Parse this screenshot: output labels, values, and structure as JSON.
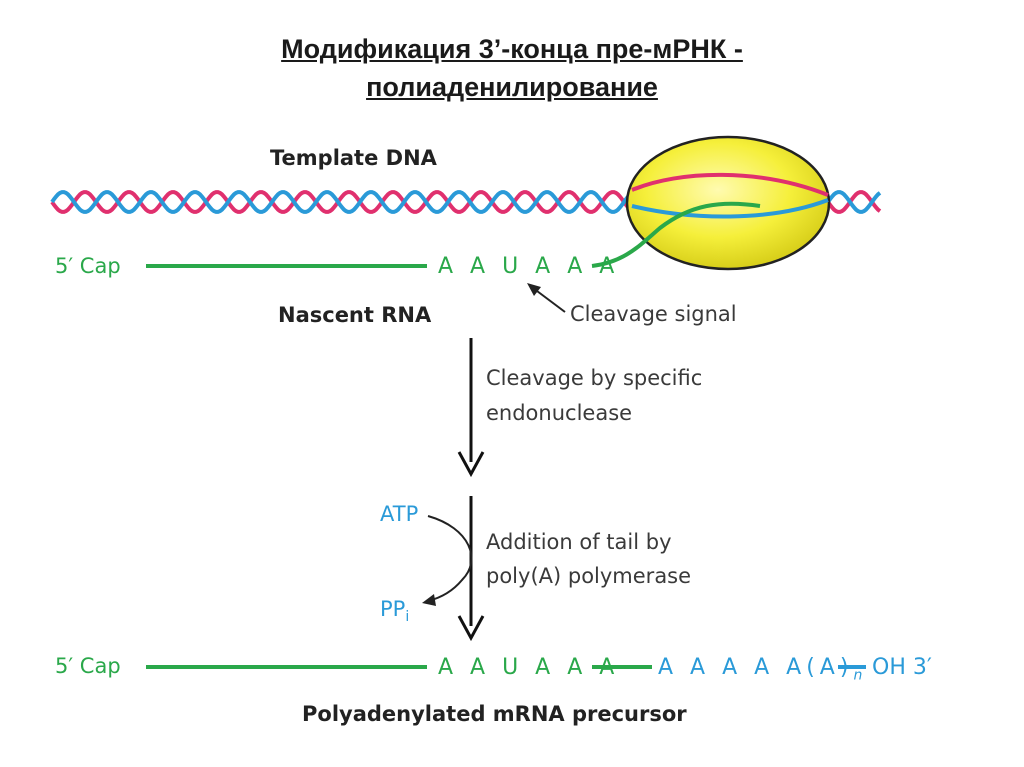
{
  "title": {
    "line1": "Модификация 3’-конца пре-мРНК -",
    "line2": "полиаденилирование"
  },
  "diagram": {
    "template_dna_label": "Template DNA",
    "cap_label_top": "5′ Cap",
    "signal_seq_top": "A A U A A A",
    "nascent_rna_label": "Nascent RNA",
    "cleavage_signal_label": "Cleavage signal",
    "step1_line1": "Cleavage by specific",
    "step1_line2": "endonuclease",
    "atp_label": "ATP",
    "ppi_label": "PP",
    "ppi_sub": "i",
    "step2_line1": "Addition of tail by",
    "step2_line2": "poly(A) polymerase",
    "cap_label_bottom": "5′ Cap",
    "signal_seq_bottom": "A A U A A A",
    "polya_seq": "A A A A A(A)",
    "polya_sub": "n",
    "oh_label": "OH 3′",
    "product_label": "Polyadenylated mRNA precursor"
  },
  "colors": {
    "rna_green": "#2aa84a",
    "dna_pink": "#e0306e",
    "dna_blue": "#2a9ad8",
    "polymerase_yellow": "#f5ef3a"
  }
}
